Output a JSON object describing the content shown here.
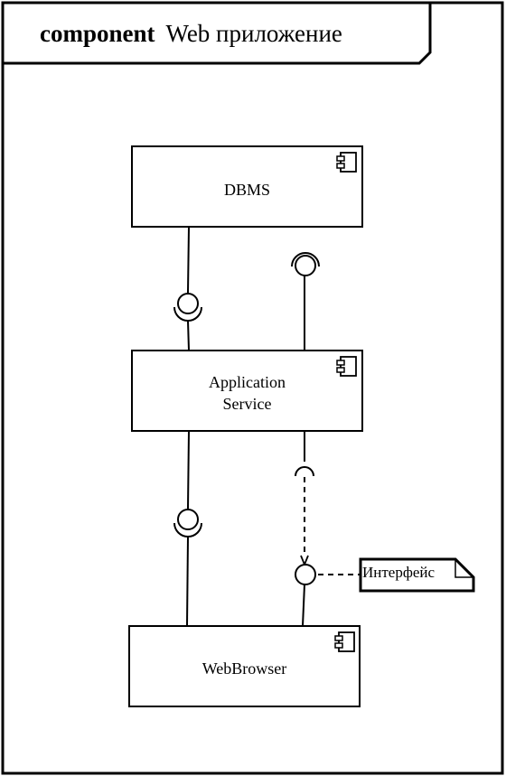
{
  "frame": {
    "keyword": "component",
    "name": "Web приложение"
  },
  "components": {
    "dbms": {
      "label": "DBMS",
      "icon": "component-icon"
    },
    "app_service": {
      "label_line1": "Application",
      "label_line2": "Service",
      "icon": "component-icon"
    },
    "webbrowser": {
      "label": "WebBrowser",
      "icon": "component-icon"
    }
  },
  "note": {
    "text": "Интерфейс"
  },
  "colors": {
    "stroke": "#000000",
    "fill": "#ffffff"
  }
}
